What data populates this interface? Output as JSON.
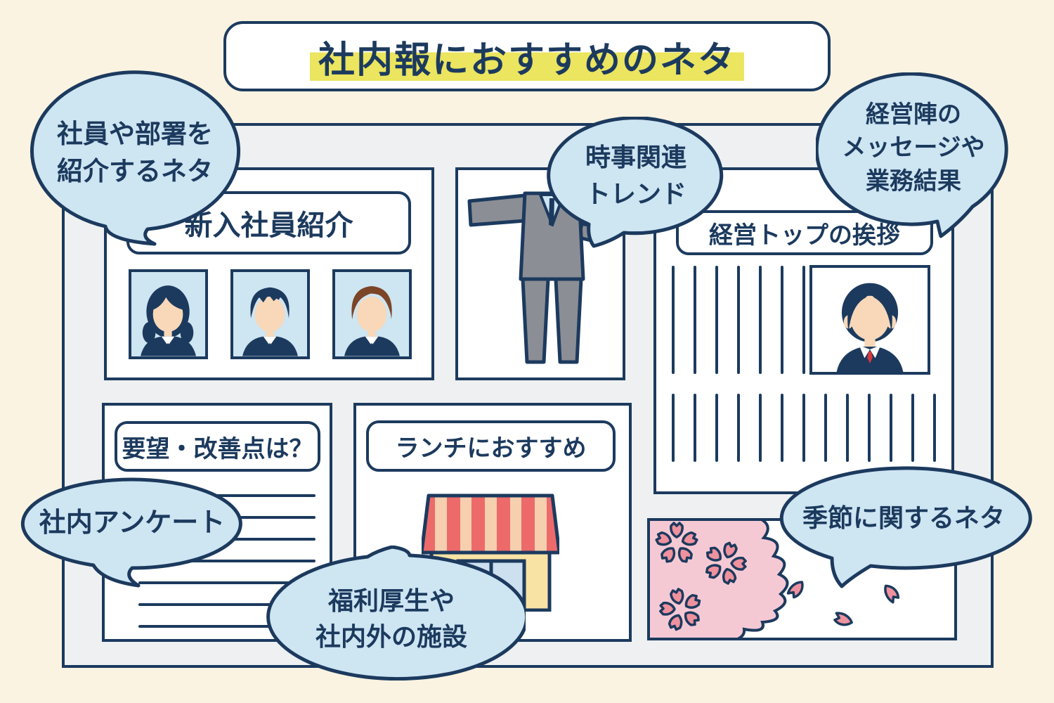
{
  "title": {
    "text": "社内報におすすめのネタ"
  },
  "bubbles": {
    "staff": {
      "line1": "社員や部署を",
      "line2": "紹介するネタ"
    },
    "trend": {
      "line1": "時事関連",
      "line2": "トレンド"
    },
    "management": {
      "line1": "経営陣の",
      "line2": "メッセージや",
      "line3": "業務結果"
    },
    "survey": {
      "line1": "社内アンケート"
    },
    "welfare": {
      "line1": "福利厚生や",
      "line2": "社内外の施設"
    },
    "season": {
      "line1": "季節に関するネタ"
    }
  },
  "panels": {
    "new_employees": {
      "label": "新入社員紹介"
    },
    "ceo_greeting": {
      "label": "経営トップの挨拶"
    },
    "requests": {
      "label": "要望・改善点は？"
    },
    "lunch": {
      "label": "ランチにおすすめ"
    }
  },
  "icons": [
    "suit-icon",
    "storefront-icon",
    "sakura-flower-icon",
    "sakura-petal-icon",
    "employee-photo-icon",
    "ceo-portrait-icon"
  ],
  "colors": {
    "navy": "#1c3a5e",
    "bubble_blue": "#cee5f2",
    "background_cream": "#faf3e1",
    "sheet_gray": "#eef0f1",
    "highlight_yellow": "#ebe55f",
    "sakura_bg_pink": "#f5c9d4",
    "sakura_petal_pink": "#ef929e",
    "roof_red": "#ed6a6b",
    "roof_peach": "#f6cfae",
    "wall_yellow": "#f9e3a4",
    "suit_gray": "#8b8e94",
    "skin": "#f8d8b8",
    "tie_red": "#d6383e",
    "hair_brown": "#7c4527"
  }
}
